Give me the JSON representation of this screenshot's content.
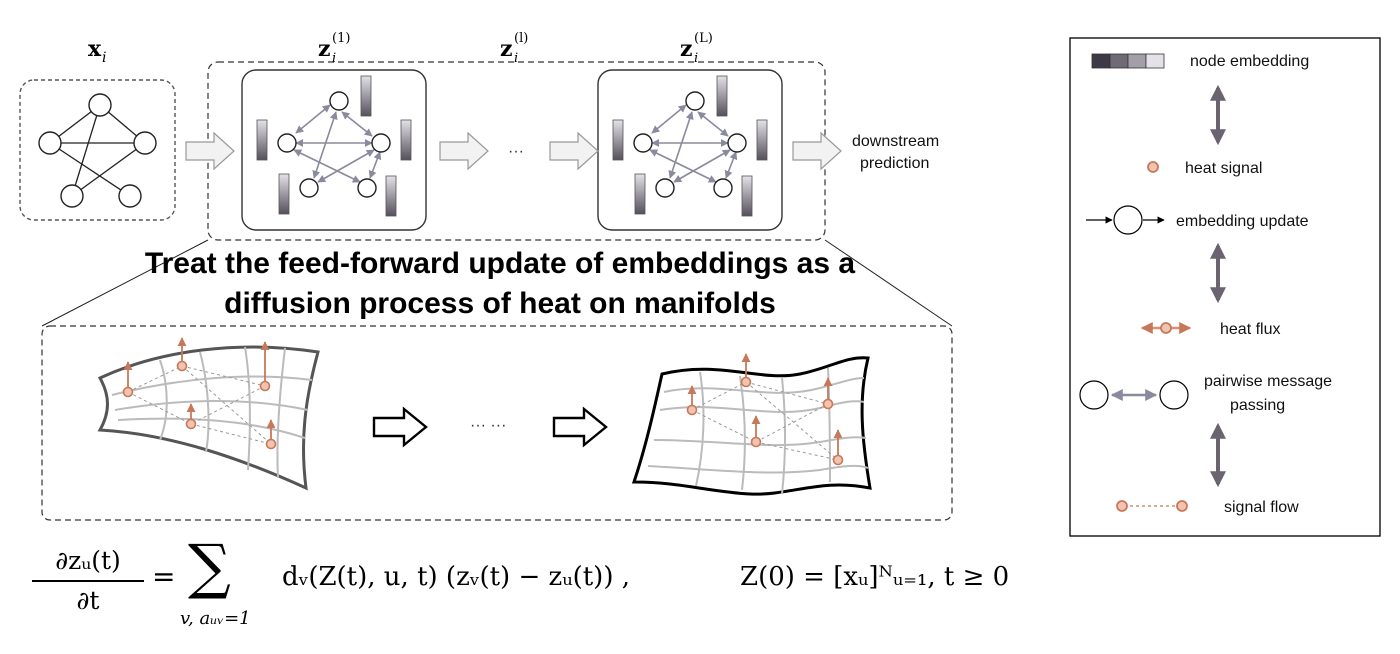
{
  "top": {
    "input_label": "x",
    "input_subscript": "i",
    "layer1_label": "z",
    "layer1_sub": "i",
    "layer1_sup": "(1)",
    "layerl_label": "z",
    "layerl_sub": "i",
    "layerl_sup": "(l)",
    "layerL_label": "z",
    "layerL_sub": "i",
    "layerL_sup": "(L)",
    "ellipsis": "···",
    "downstream_line1": "downstream",
    "downstream_line2": "prediction"
  },
  "headline": {
    "line1": "Treat the feed-forward update of embeddings as a",
    "line2": "diffusion process of heat on manifolds"
  },
  "manifold_panel": {
    "ellipsis": "··· ···"
  },
  "legend": {
    "node_embedding": "node embedding",
    "heat_signal": "heat signal",
    "embedding_update": "embedding update",
    "heat_flux": "heat flux",
    "pairwise_line1": "pairwise message",
    "pairwise_line2": "passing",
    "signal_flow": "signal flow"
  },
  "formula": {
    "numerator": "∂zᵤ(t)",
    "denominator": "∂t",
    "equals": "=",
    "sum_symbol": "∑",
    "sum_index": "v, aᵤᵥ=1",
    "rhs": "dᵥ(Z(t), u, t) (zᵥ(t) − zᵤ(t)) ,",
    "initial": "Z(0) = [xᵤ]ᴺᵤ₌₁, t ≥ 0"
  },
  "colors": {
    "arrow_purple": "#8a8a9e",
    "heat_orange": "#c8785a",
    "embed_dark": "#55505c",
    "embed_light": "#e4e2e8",
    "legend_arrow": "#6b6470"
  }
}
